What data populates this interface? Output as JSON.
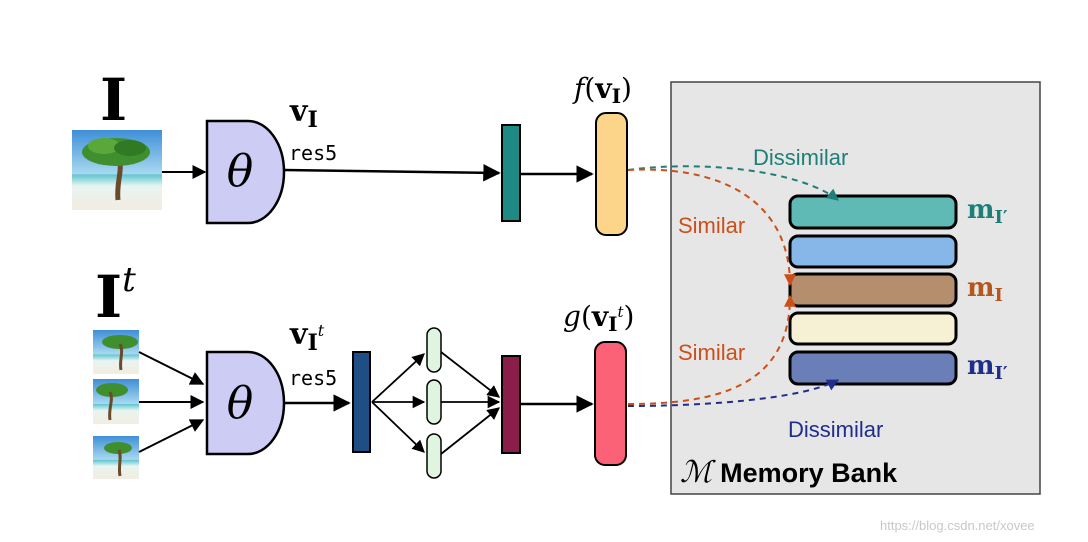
{
  "labels": {
    "image_symbol": "I",
    "transformed_symbol_base": "I",
    "transformed_symbol_sup": "t",
    "theta": "θ",
    "v_top_base": "v",
    "v_top_sub": "I",
    "v_bottom_base": "v",
    "v_bottom_sub": "I",
    "v_bottom_sup": "t",
    "res5_top": "res5",
    "res5_bottom": "res5",
    "f_prefix": "f",
    "f_open": "(",
    "f_v": "v",
    "f_sub": "I",
    "f_close": ")",
    "g_prefix": "g",
    "g_open": "(",
    "g_v": "v",
    "g_sub": "I",
    "g_sup": "t",
    "g_close": ")",
    "dissimilar_top": "Dissimilar",
    "similar_top": "Similar",
    "similar_bottom": "Similar",
    "dissimilar_bottom": "Dissimilar",
    "m_prime_top_base": "m",
    "m_prime_top_sub": "I′",
    "m_base": "m",
    "m_sub": "I",
    "m_prime_bottom_base": "m",
    "m_prime_bottom_sub": "I′",
    "memory_symbol": "ℳ",
    "memory_title": "Memory Bank",
    "watermark": "https://blog.csdn.net/xovee"
  },
  "colors": {
    "encoder_fill": "#ccccf5",
    "teal_bar": "#1e8a86",
    "navy_bar": "#1f4e85",
    "maroon_bar": "#8b1d4a",
    "mlp_nodes": "#dff5e0",
    "f_output": "#fdd58a",
    "g_output": "#fb6277",
    "memory_bg": "#e6e6e6",
    "bank_teal": "#5fb9b5",
    "bank_blue": "#87b7e8",
    "bank_brown": "#b58e6e",
    "bank_cream": "#f6f1d4",
    "bank_slate": "#6a7fb8",
    "dissimilar_teal": "#1e7f78",
    "similar_orange": "#cc4f1a",
    "dissimilar_navy": "#1e2e8c"
  }
}
